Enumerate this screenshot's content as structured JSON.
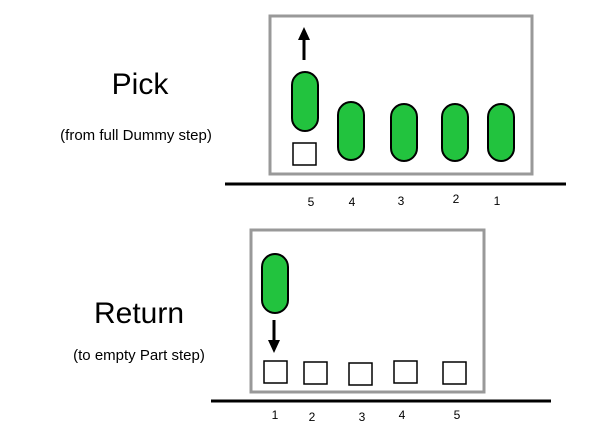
{
  "pick": {
    "title": "Pick",
    "subtitle": "(from full Dummy step)",
    "positions": [
      "5",
      "4",
      "3",
      "2",
      "1"
    ]
  },
  "return": {
    "title": "Return",
    "subtitle": "(to empty Part step)",
    "positions": [
      "1",
      "2",
      "3",
      "4",
      "5"
    ]
  },
  "colors": {
    "part_fill": "#22c33e",
    "frame": "#999999",
    "line": "#000000"
  }
}
